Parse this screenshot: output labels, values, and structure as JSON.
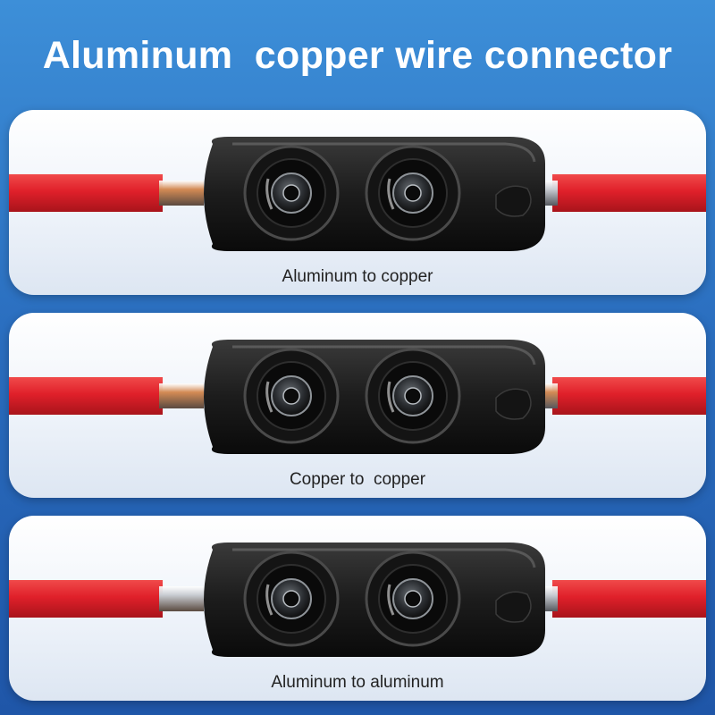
{
  "title": "Aluminum  copper wire connector",
  "panels": [
    {
      "caption": "Aluminum to copper",
      "left_conductor": "copper",
      "right_conductor": "aluminum"
    },
    {
      "caption": "Copper to  copper",
      "left_conductor": "copper",
      "right_conductor": "copper"
    },
    {
      "caption": "Aluminum to aluminum",
      "left_conductor": "aluminum",
      "right_conductor": "aluminum"
    }
  ],
  "colors": {
    "background_top": "#3d8fd8",
    "background_bottom": "#1f56a8",
    "wire_insulation": "#e0202a",
    "connector_body": "#1c1c1c",
    "copper": "#d48b55",
    "aluminum": "#c8ccd2"
  }
}
